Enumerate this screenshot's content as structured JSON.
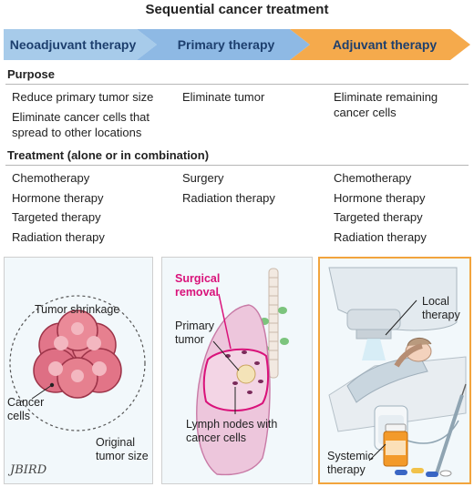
{
  "title": "Sequential cancer treatment",
  "phases": [
    "Neoadjuvant therapy",
    "Primary therapy",
    "Adjuvant therapy"
  ],
  "colors": {
    "neoadjuvant": "#9cc4e8",
    "primary": "#8ab6e3",
    "adjuvant": "#f5a94a",
    "heading": "#1d3f6e",
    "surgical": "#d9127a",
    "adjuvant_frame": "#f2a43d"
  },
  "purpose": {
    "heading": "Purpose",
    "neoadjuvant": [
      "Reduce primary tumor size",
      "Eliminate cancer cells that spread to other locations"
    ],
    "primary": [
      "Eliminate tumor"
    ],
    "adjuvant": [
      "Eliminate remaining cancer cells"
    ]
  },
  "treatment": {
    "heading": "Treatment (alone or in combination)",
    "neoadjuvant": [
      "Chemotherapy",
      "Hormone therapy",
      "Targeted therapy",
      "Radiation therapy"
    ],
    "primary": [
      "Surgery",
      "Radiation therapy"
    ],
    "adjuvant": [
      "Chemotherapy",
      "Hormone therapy",
      "Targeted therapy",
      "Radiation therapy"
    ]
  },
  "panels": {
    "neoadjuvant": {
      "shrink": "Tumor shrinkage",
      "cells": "Cancer cells",
      "original": "Original tumor size",
      "signature": "JBIRD"
    },
    "primary": {
      "surgical": "Surgical removal",
      "tumor": "Primary tumor",
      "nodes": "Lymph nodes with cancer cells"
    },
    "adjuvant": {
      "local": "Local therapy",
      "systemic": "Systemic therapy"
    }
  }
}
